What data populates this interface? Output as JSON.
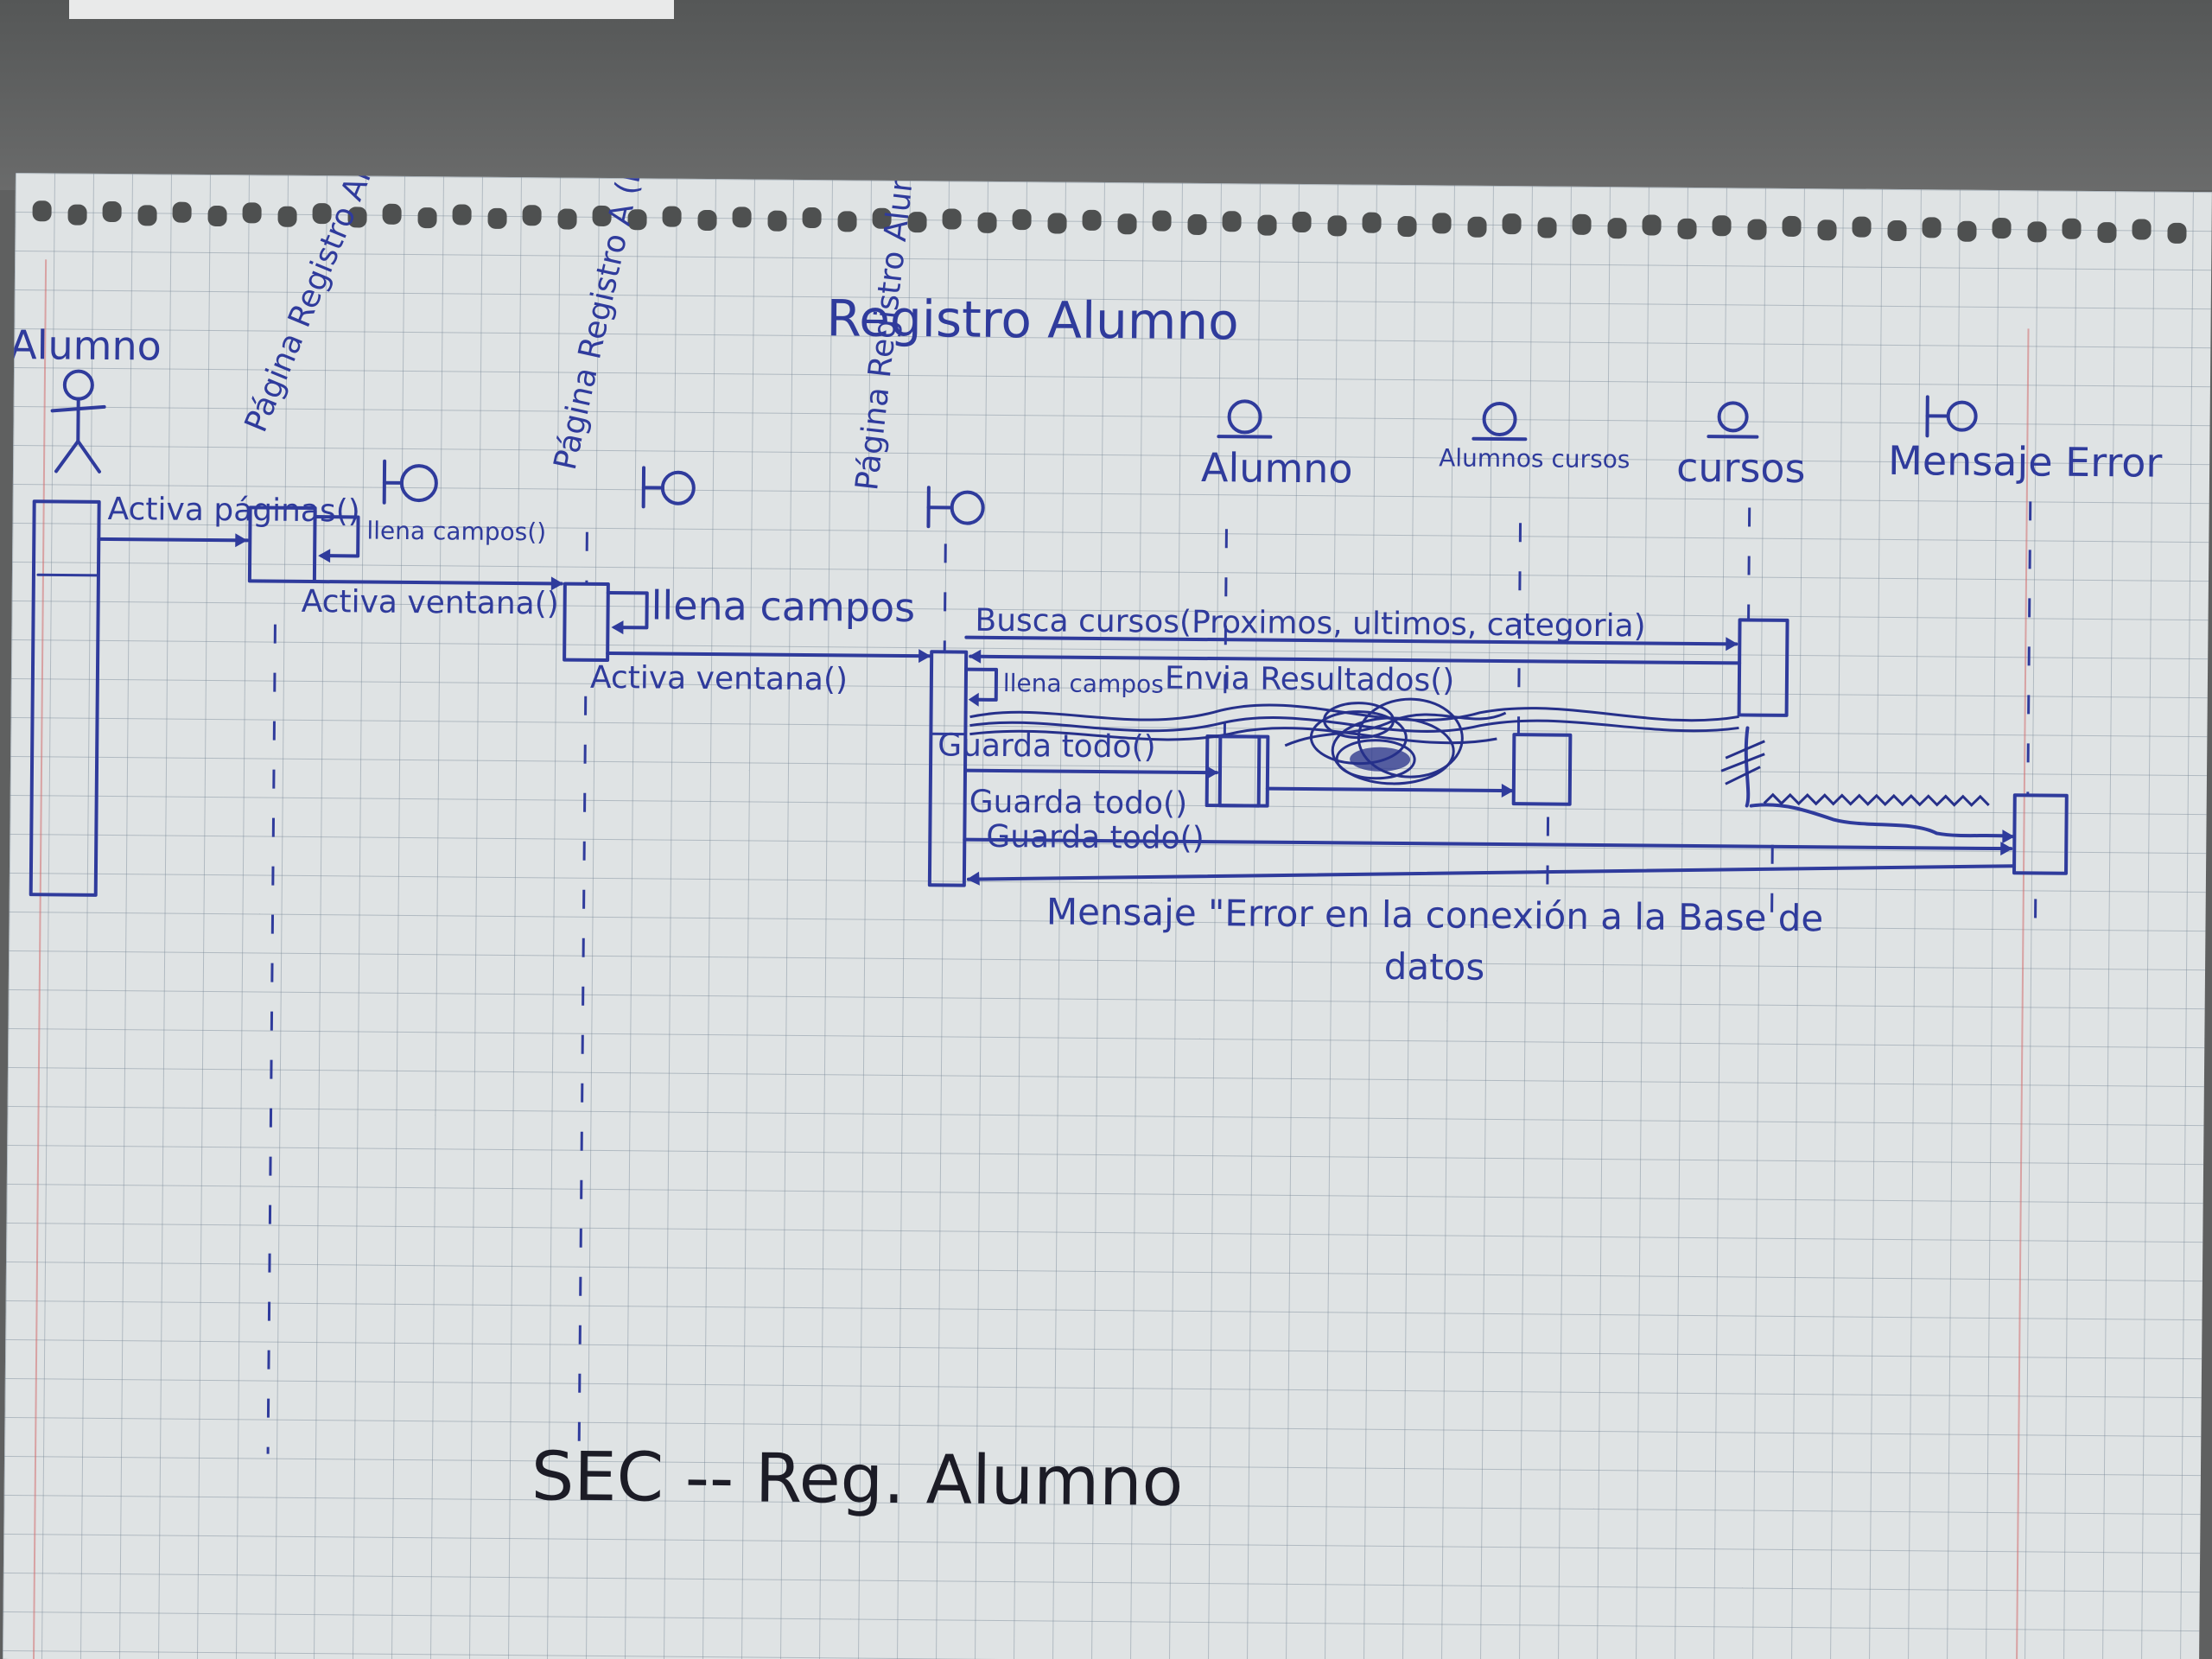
{
  "diagram": {
    "title": "Registro Alumno",
    "footer": "SEC -- Reg. Alumno",
    "participants": [
      {
        "id": "alumno-actor",
        "name": "Alumno",
        "type": "actor"
      },
      {
        "id": "pag-datos-personales",
        "name": "Página Registro Alumno (Datos Personales)",
        "type": "boundary"
      },
      {
        "id": "pag-datos-generales",
        "name": "Página Registro A (Datos Generales)",
        "type": "boundary"
      },
      {
        "id": "pag-cursos-inscritos",
        "name": "Página Registro Alumno (Cursos Inscritos)",
        "type": "boundary"
      },
      {
        "id": "ent-alumno",
        "name": "Alumno",
        "type": "entity"
      },
      {
        "id": "ent-alumnos-cursos",
        "name": "Alumnos cursos",
        "type": "entity"
      },
      {
        "id": "ent-cursos",
        "name": "cursos",
        "type": "entity"
      },
      {
        "id": "mensaje-error",
        "name": "Mensaje Error",
        "type": "boundary"
      }
    ],
    "messages": [
      {
        "id": "m1",
        "label": "Activa páginas()"
      },
      {
        "id": "m2",
        "label": "llena campos()"
      },
      {
        "id": "m3",
        "label": "Activa ventana()"
      },
      {
        "id": "m4",
        "label": "llena campos"
      },
      {
        "id": "m5",
        "label": "Activa ventana()"
      },
      {
        "id": "m6",
        "label": "Busca cursos(Proximos, ultimos, categoria)"
      },
      {
        "id": "m7",
        "label": "Envia Resultados()"
      },
      {
        "id": "m8",
        "label": "llena campos"
      },
      {
        "id": "m9",
        "label": "Guarda todo()"
      },
      {
        "id": "m10",
        "label": "Guarda todo()"
      },
      {
        "id": "m11",
        "label": "Guarda todo()"
      },
      {
        "id": "m12",
        "label": "Mensaje \"Error en la conexión a la Base de datos"
      }
    ]
  }
}
